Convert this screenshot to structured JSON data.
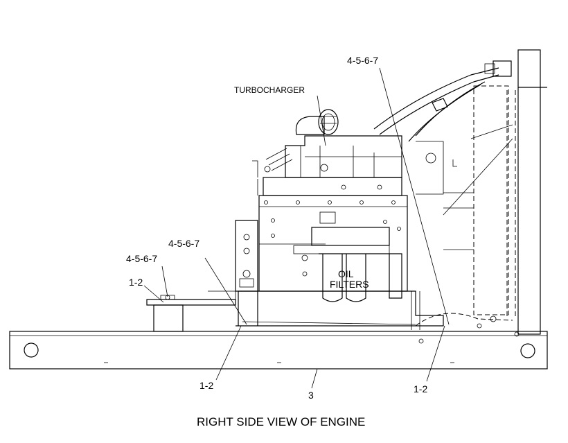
{
  "figure": {
    "caption": "RIGHT SIDE VIEW OF ENGINE",
    "callouts": {
      "turbocharger": "TURBOCHARGER",
      "oil_filters_line1": "OIL",
      "oil_filters_line2": "FILTERS",
      "top_right": "4-5-6-7",
      "front_mid": "4-5-6-7",
      "front_left": "4-5-6-7",
      "front_left_mount": "1-2",
      "bottom_left": "1-2",
      "base": "3",
      "bottom_right": "1-2"
    }
  }
}
